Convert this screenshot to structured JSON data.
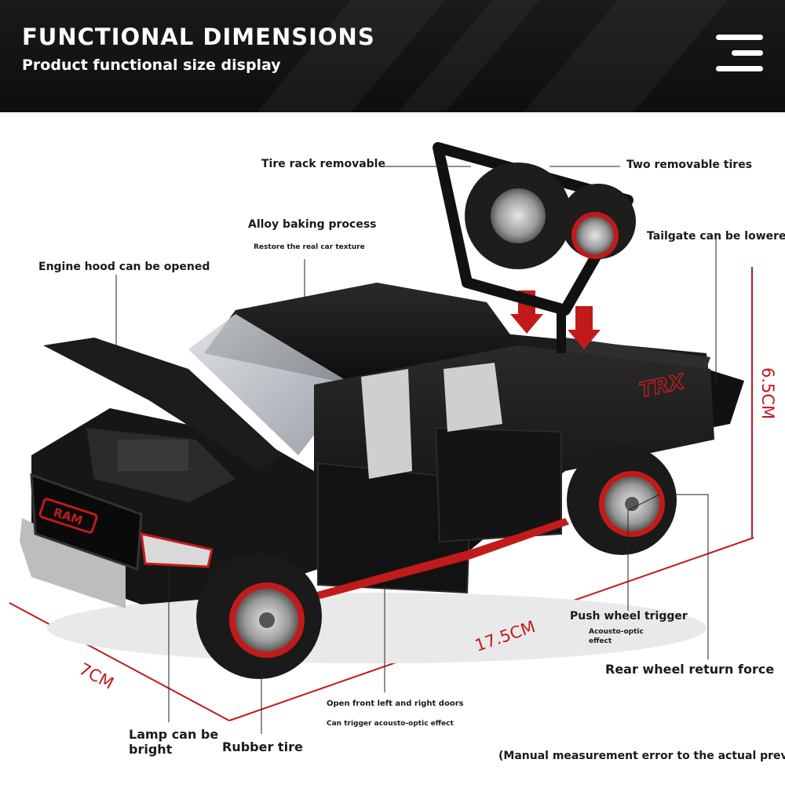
{
  "header": {
    "title": "FUNCTIONAL DIMENSIONS",
    "subtitle": "Product functional size display",
    "menu_icon": "menu-icon"
  },
  "callouts": {
    "tire_rack": "Tire rack removable",
    "two_tires": "Two removable tires",
    "alloy": "Alloy baking process",
    "alloy_sub": "Restore the real car texture",
    "tailgate": "Tailgate can be lowered",
    "hood": "Engine hood can be opened",
    "push_wheel": "Push wheel trigger",
    "push_wheel_sub1": "Acousto-optic",
    "push_wheel_sub2": "effect",
    "rear_wheel": "Rear wheel return force",
    "doors": "Open front left and right doors",
    "doors_sub": "Can trigger acousto-optic effect",
    "lamp_line1": "Lamp can be",
    "lamp_line2": "bright",
    "rubber": "Rubber tire",
    "note": "(Manual measurement error to the actual prevail)"
  },
  "dimensions": {
    "width": "7CM",
    "length": "17.5CM",
    "height": "6.5CM"
  },
  "vehicle": {
    "grille_badge": "RAM",
    "side_badge": "TRX"
  },
  "colors": {
    "accent_red": "#c21a1a",
    "body_black": "#151515",
    "banner": "#111111"
  }
}
